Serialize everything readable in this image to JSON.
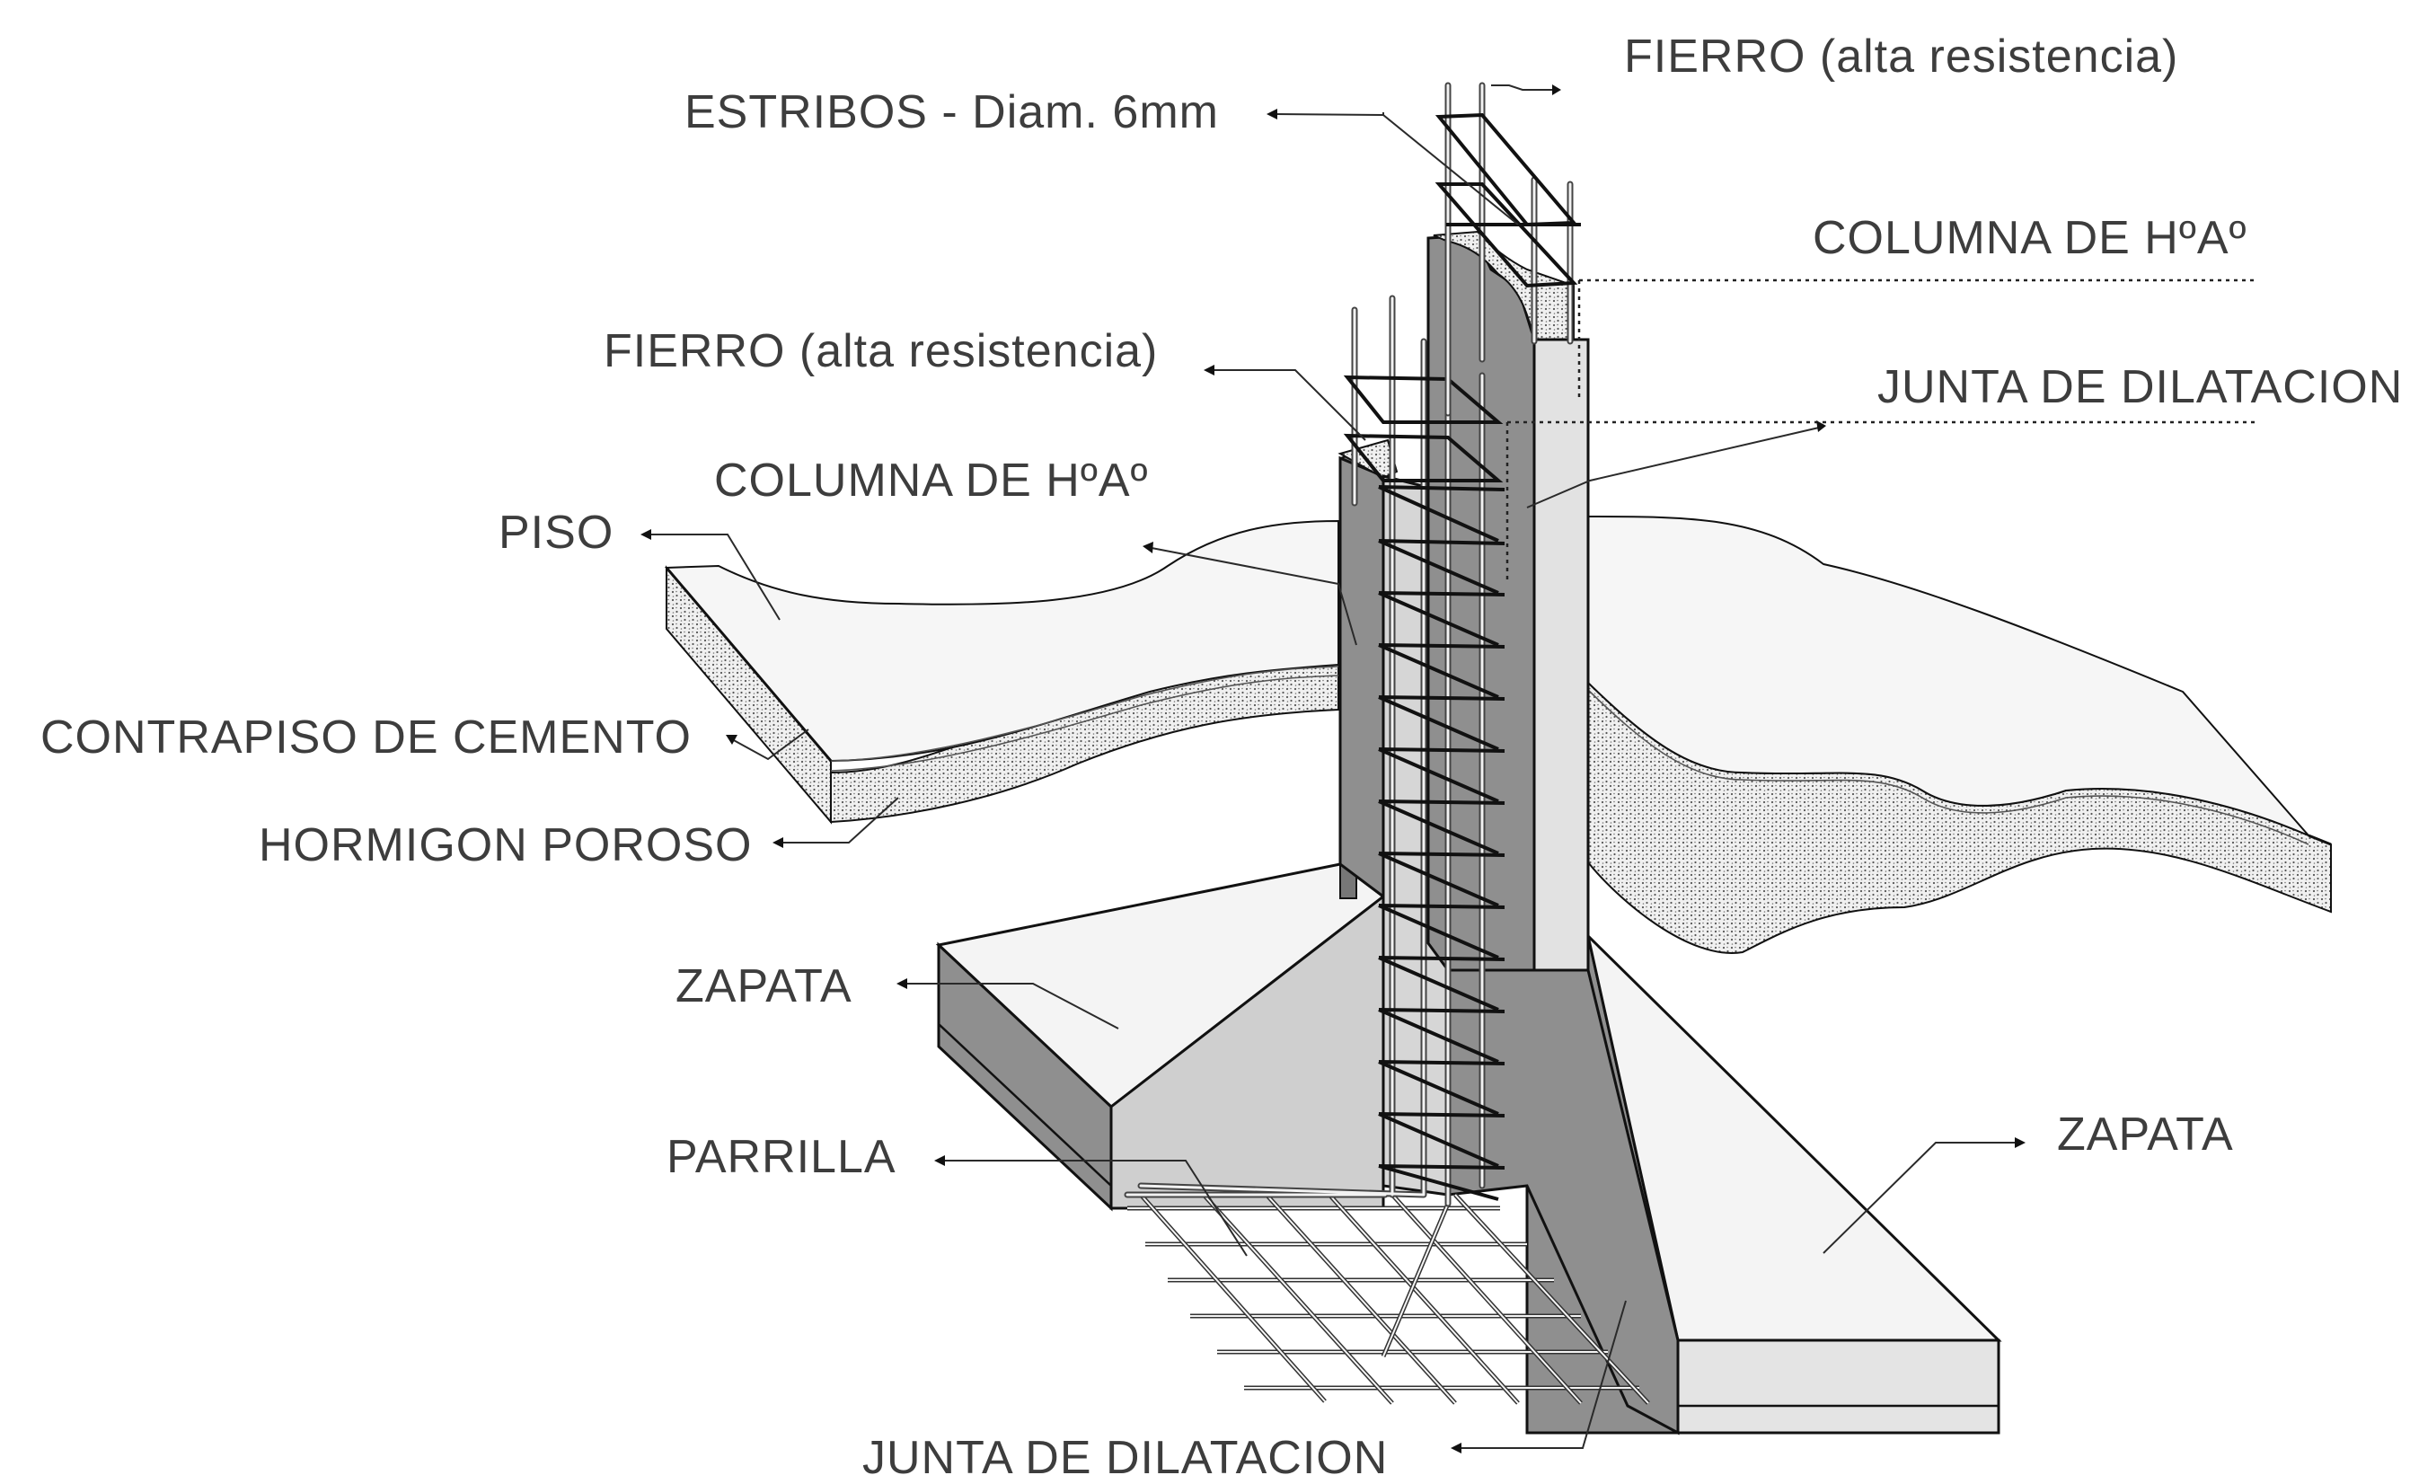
{
  "labels": {
    "fierro_top": "FIERRO (alta resistencia)",
    "estribos": "ESTRIBOS - Diam. 6mm",
    "columna_right": "COLUMNA DE HºAº",
    "fierro_left": "FIERRO (alta resistencia)",
    "junta_top": "JUNTA DE DILATACION",
    "columna_left": "COLUMNA DE HºAº",
    "piso": "PISO",
    "contrapiso": "CONTRAPISO DE CEMENTO",
    "hormigon": "HORMIGON POROSO",
    "zapata_left": "ZAPATA",
    "parrilla": "PARRILLA",
    "zapata_right": "ZAPATA",
    "junta_bottom": "JUNTA DE DILATACION"
  },
  "colors": {
    "concrete_dark": "#8f8f8f",
    "concrete_mid": "#c4c4c4",
    "concrete_light": "#e2e2e2",
    "slab_top": "#f4f4f4",
    "text": "#3d3d3d"
  }
}
